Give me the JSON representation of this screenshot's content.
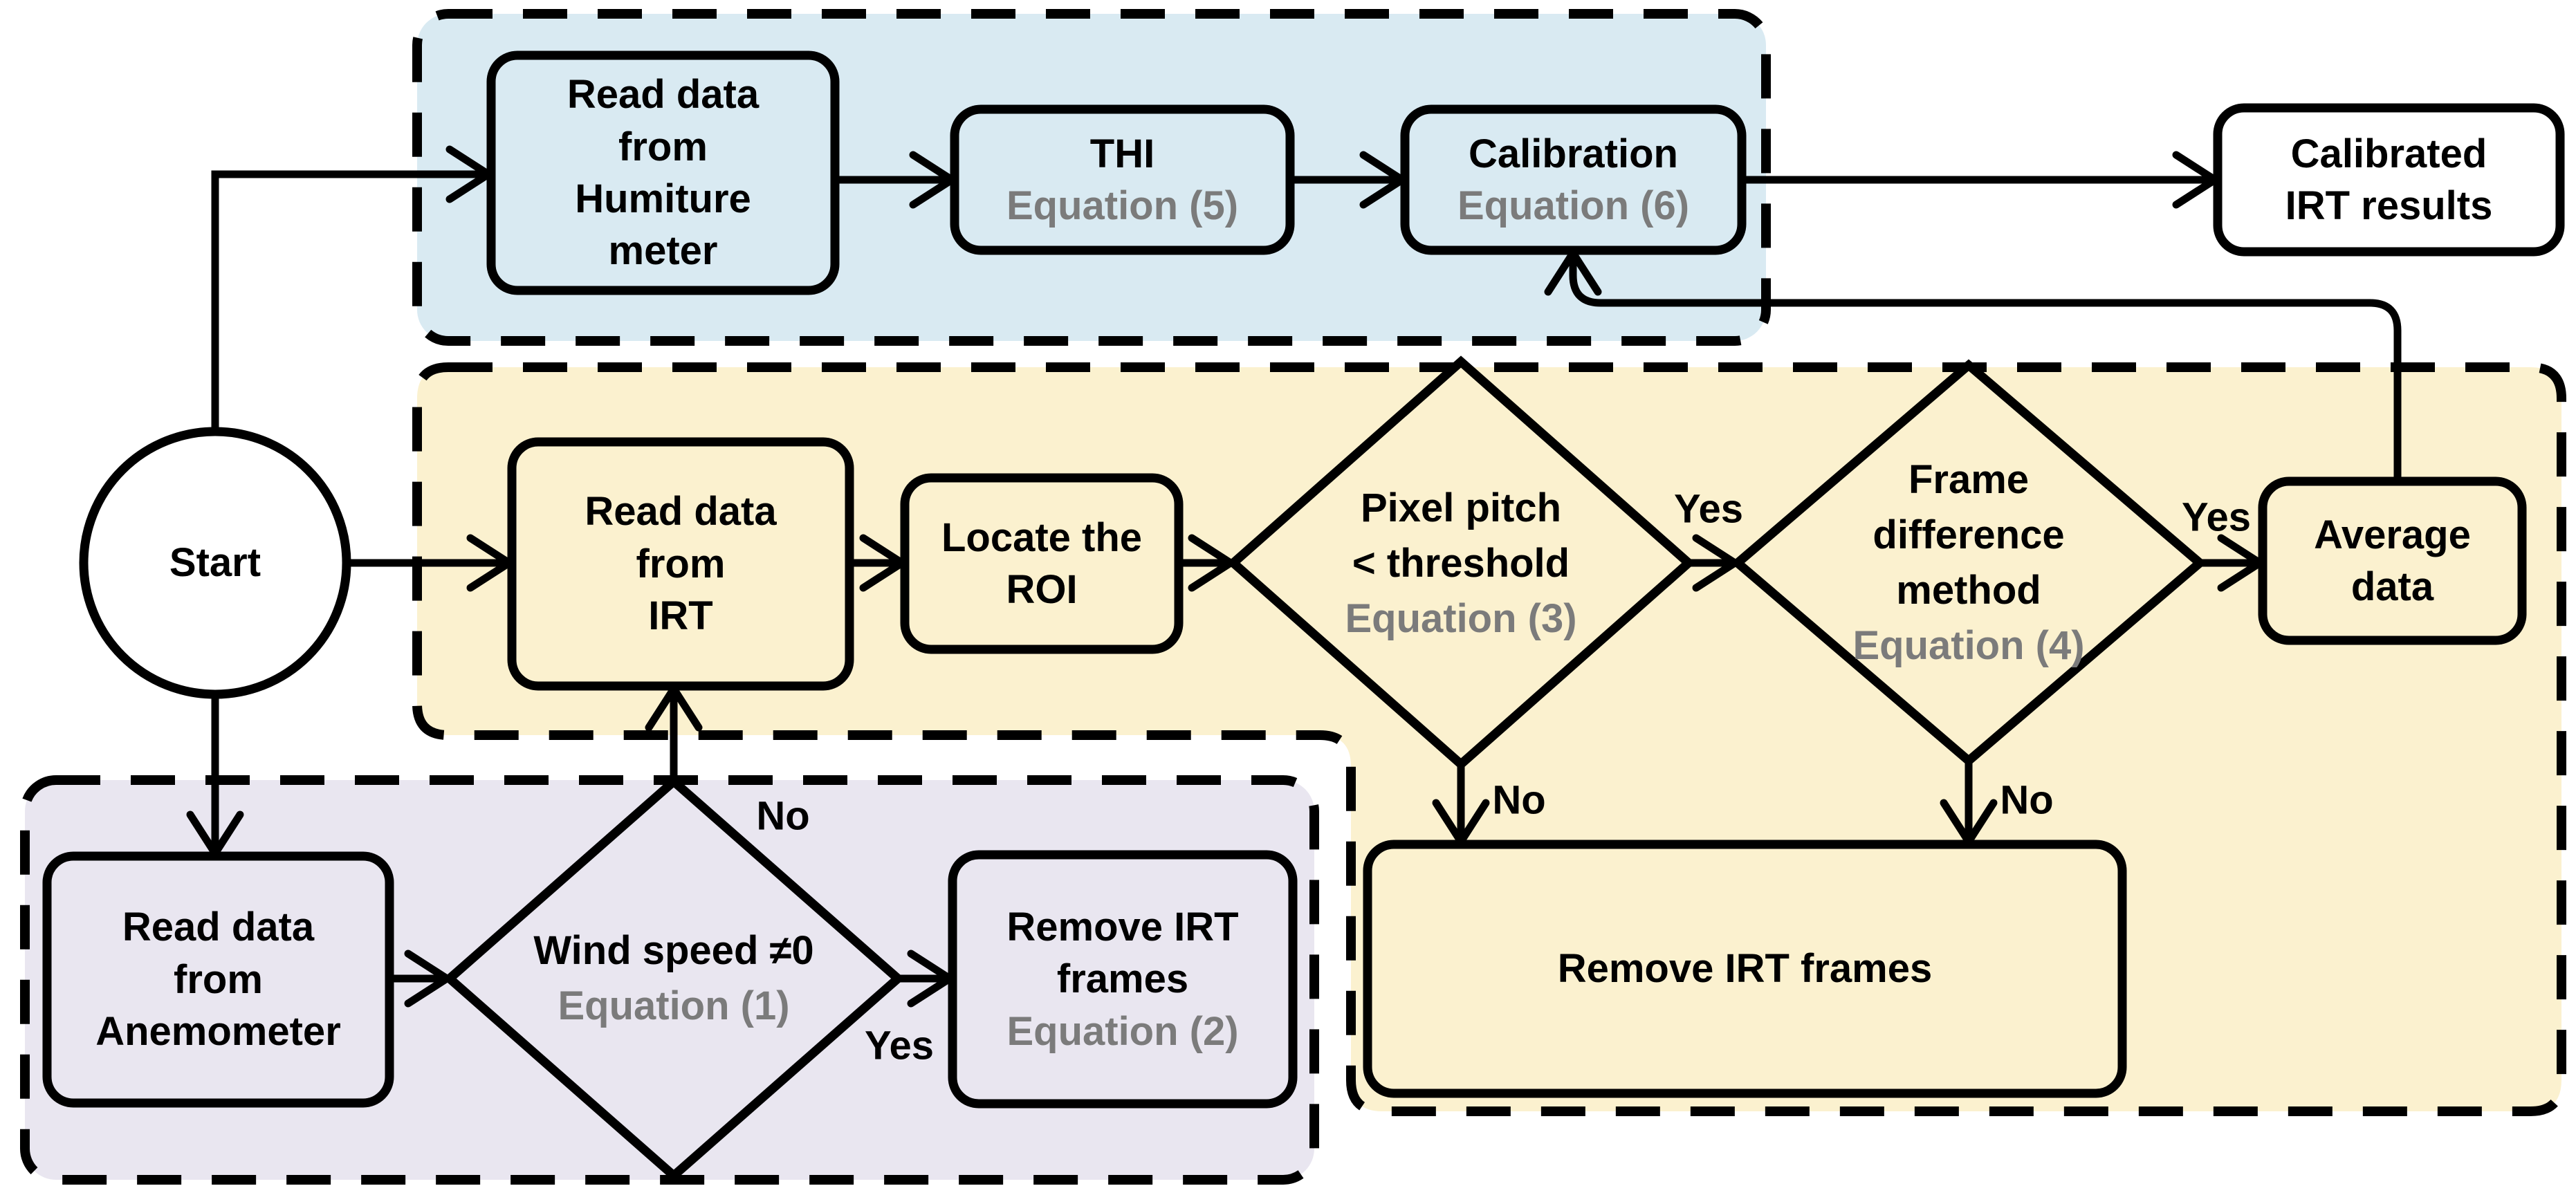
{
  "colors": {
    "group_humiture_fill": "#d9eaf2",
    "group_irt_fill": "#fbf1cf",
    "group_anemometer_fill": "#e9e6f0",
    "node_white_fill": "#ffffff",
    "line_black": "#000000",
    "equation_gray": "#7b7b7b"
  },
  "nodes": {
    "start": {
      "label": "Start"
    },
    "read_humiture": {
      "label": "Read data\nfrom\nHumiture\nmeter"
    },
    "thi": {
      "label": "THI",
      "equation": "Equation (5)"
    },
    "calibration": {
      "label": "Calibration",
      "equation": "Equation (6)"
    },
    "calibrated_results": {
      "label": "Calibrated\nIRT results"
    },
    "read_irt": {
      "label": "Read data\nfrom\nIRT"
    },
    "locate_roi": {
      "label": "Locate the\nROI"
    },
    "pixel_pitch": {
      "label": "Pixel pitch\n< threshold",
      "equation": "Equation (3)"
    },
    "frame_difference": {
      "label": "Frame\ndifference\nmethod",
      "equation": "Equation (4)"
    },
    "average_data": {
      "label": "Average\ndata"
    },
    "remove_irt_frames": {
      "label": "Remove IRT frames"
    },
    "read_anemometer": {
      "label": "Read data\nfrom\nAnemometer"
    },
    "wind_speed": {
      "label": "Wind speed ≠0",
      "equation": "Equation (1)"
    },
    "remove_irt_frames_eq2": {
      "label": "Remove IRT\nframes",
      "equation": "Equation (2)"
    }
  },
  "edge_labels": {
    "pixel_pitch_yes": "Yes",
    "frame_difference_yes": "Yes",
    "pixel_pitch_no": "No",
    "frame_difference_no": "No",
    "wind_speed_no": "No",
    "wind_speed_yes": "Yes"
  },
  "edges": [
    {
      "from": "start",
      "to": "read_humiture",
      "label": ""
    },
    {
      "from": "start",
      "to": "read_irt",
      "label": ""
    },
    {
      "from": "start",
      "to": "read_anemometer",
      "label": ""
    },
    {
      "from": "read_humiture",
      "to": "thi",
      "label": ""
    },
    {
      "from": "thi",
      "to": "calibration",
      "label": ""
    },
    {
      "from": "calibration",
      "to": "calibrated_results",
      "label": ""
    },
    {
      "from": "read_irt",
      "to": "locate_roi",
      "label": ""
    },
    {
      "from": "locate_roi",
      "to": "pixel_pitch",
      "label": ""
    },
    {
      "from": "pixel_pitch",
      "to": "frame_difference",
      "label": "Yes"
    },
    {
      "from": "pixel_pitch",
      "to": "remove_irt_frames",
      "label": "No"
    },
    {
      "from": "frame_difference",
      "to": "average_data",
      "label": "Yes"
    },
    {
      "from": "frame_difference",
      "to": "remove_irt_frames",
      "label": "No"
    },
    {
      "from": "average_data",
      "to": "calibration",
      "label": ""
    },
    {
      "from": "read_anemometer",
      "to": "wind_speed",
      "label": ""
    },
    {
      "from": "wind_speed",
      "to": "read_irt",
      "label": "No"
    },
    {
      "from": "wind_speed",
      "to": "remove_irt_frames_eq2",
      "label": "Yes"
    }
  ]
}
